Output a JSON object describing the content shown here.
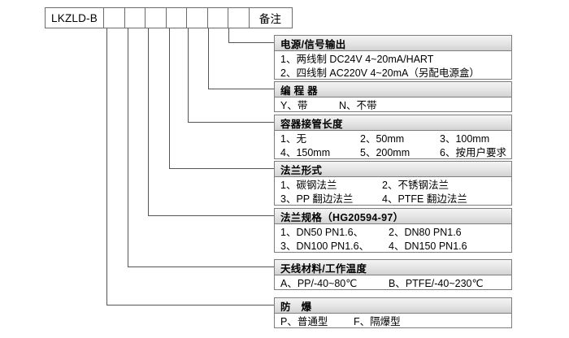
{
  "code_row": {
    "base_model": "LKZLD-B",
    "blank_cells": [
      "",
      "",
      "",
      "",
      "",
      "",
      ""
    ],
    "note_label": "备注"
  },
  "blocks": [
    {
      "id": "power-signal-output",
      "title": "电源/信号输出",
      "rows": [
        [
          "1、两线制  DC24V 4~20mA/HART"
        ],
        [
          "2、四线制 AC220V 4~20mA（另配电源盒）"
        ]
      ]
    },
    {
      "id": "programmer",
      "title": "编 程 器",
      "rows": [
        [
          "Y、带",
          "N、不带"
        ]
      ]
    },
    {
      "id": "vessel-nozzle-length",
      "title": "容器接管长度",
      "rows": [
        [
          "1、无",
          "2、50mm",
          "3、100mm"
        ],
        [
          "4、150mm",
          "5、200mm",
          "6、按用户要求"
        ]
      ]
    },
    {
      "id": "flange-type",
      "title": "法兰形式",
      "rows": [
        [
          "1、碳钢法兰",
          "2、不锈钢法兰"
        ],
        [
          "3、PP 翻边法兰",
          "4、PTFE 翻边法兰"
        ]
      ]
    },
    {
      "id": "flange-specification",
      "title": "法兰规格（HG20594-97）",
      "rows": [
        [
          "1、DN50 PN1.6、",
          "2、DN80 PN1.6"
        ],
        [
          "3、DN100 PN1.6、",
          "4、DN150 PN1.6"
        ]
      ]
    },
    {
      "id": "antenna-material-temperature",
      "title": "天线材料/工作温度",
      "rows": [
        [
          "A、PP/-40~80℃",
          "B、PTFE/-40~230℃"
        ]
      ]
    },
    {
      "id": "explosion-proof",
      "title": "防　爆",
      "rows": [
        [
          "P、普通型",
          "F、隔爆型"
        ]
      ]
    }
  ]
}
